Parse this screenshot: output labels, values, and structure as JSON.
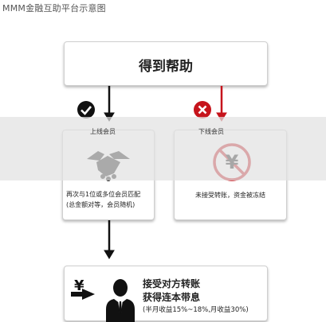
{
  "page": {
    "title": "MMM金融互助平台示意图"
  },
  "top_box": {
    "title": "得到帮助"
  },
  "left_branch": {
    "label": "上线会员",
    "description_line1": "再次与1位或多位会员匹配",
    "description_line2": "(总金额对等，会员随机)"
  },
  "right_branch": {
    "label": "下线会员",
    "description": "未接受转账，资金被冻结"
  },
  "bottom_box": {
    "line1": "接受对方转账",
    "line2": "获得连本带息",
    "line3": "(半月收益15%~18%,月收益30%)",
    "currency_symbol": "¥"
  },
  "icons": {
    "check": "check-circle-icon",
    "cross": "cross-circle-icon",
    "handshake": "handshake-icon",
    "blocked_yen": "blocked-yen-icon",
    "person": "businessman-icon",
    "yen_arrow": "yen-transfer-icon"
  },
  "colors": {
    "red": "#c6141c",
    "dark": "#111111"
  }
}
